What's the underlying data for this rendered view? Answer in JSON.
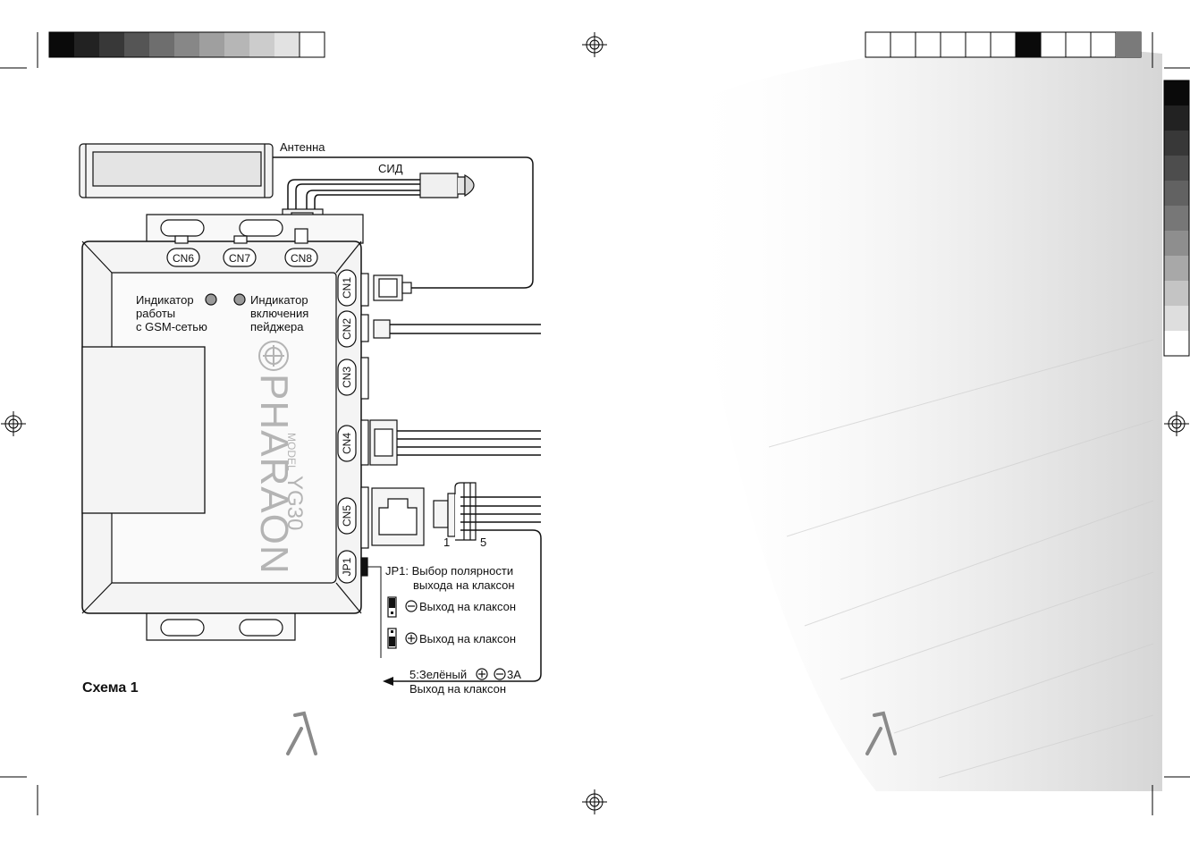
{
  "diagram": {
    "antenna_label": "Антенна",
    "led_label": "СИД",
    "connectors": [
      "CN6",
      "CN7",
      "CN8",
      "CN1",
      "CN2",
      "CN3",
      "CN4",
      "CN5",
      "JP1"
    ],
    "gsm_indicator": [
      "Индикатор",
      "работы",
      "с GSM-сетью"
    ],
    "pager_indicator": [
      "Индикатор",
      "включения",
      "пейджера"
    ],
    "brand": "PHARAON",
    "model_prefix": "MODEL",
    "model": "YG30",
    "pin_first": "1",
    "pin_last": "5",
    "jp1_title": [
      "JP1: Выбор полярности",
      "выхода на клаксон"
    ],
    "jp1_options": [
      "Выход на клаксон",
      "Выход на клаксон"
    ],
    "output_wire": [
      "5:Зелёный",
      "3A",
      "Выход на клаксон"
    ],
    "caption": "Схема 1"
  },
  "colors": {
    "line": "#111111",
    "device_fill": "#f2f2f2",
    "indicator": "#9a9a9a",
    "brand_gray": "#b4b4b4"
  },
  "icons": [
    "registration-mark-icon",
    "lambda-logo-icon",
    "plus-circle-icon",
    "minus-circle-icon"
  ]
}
